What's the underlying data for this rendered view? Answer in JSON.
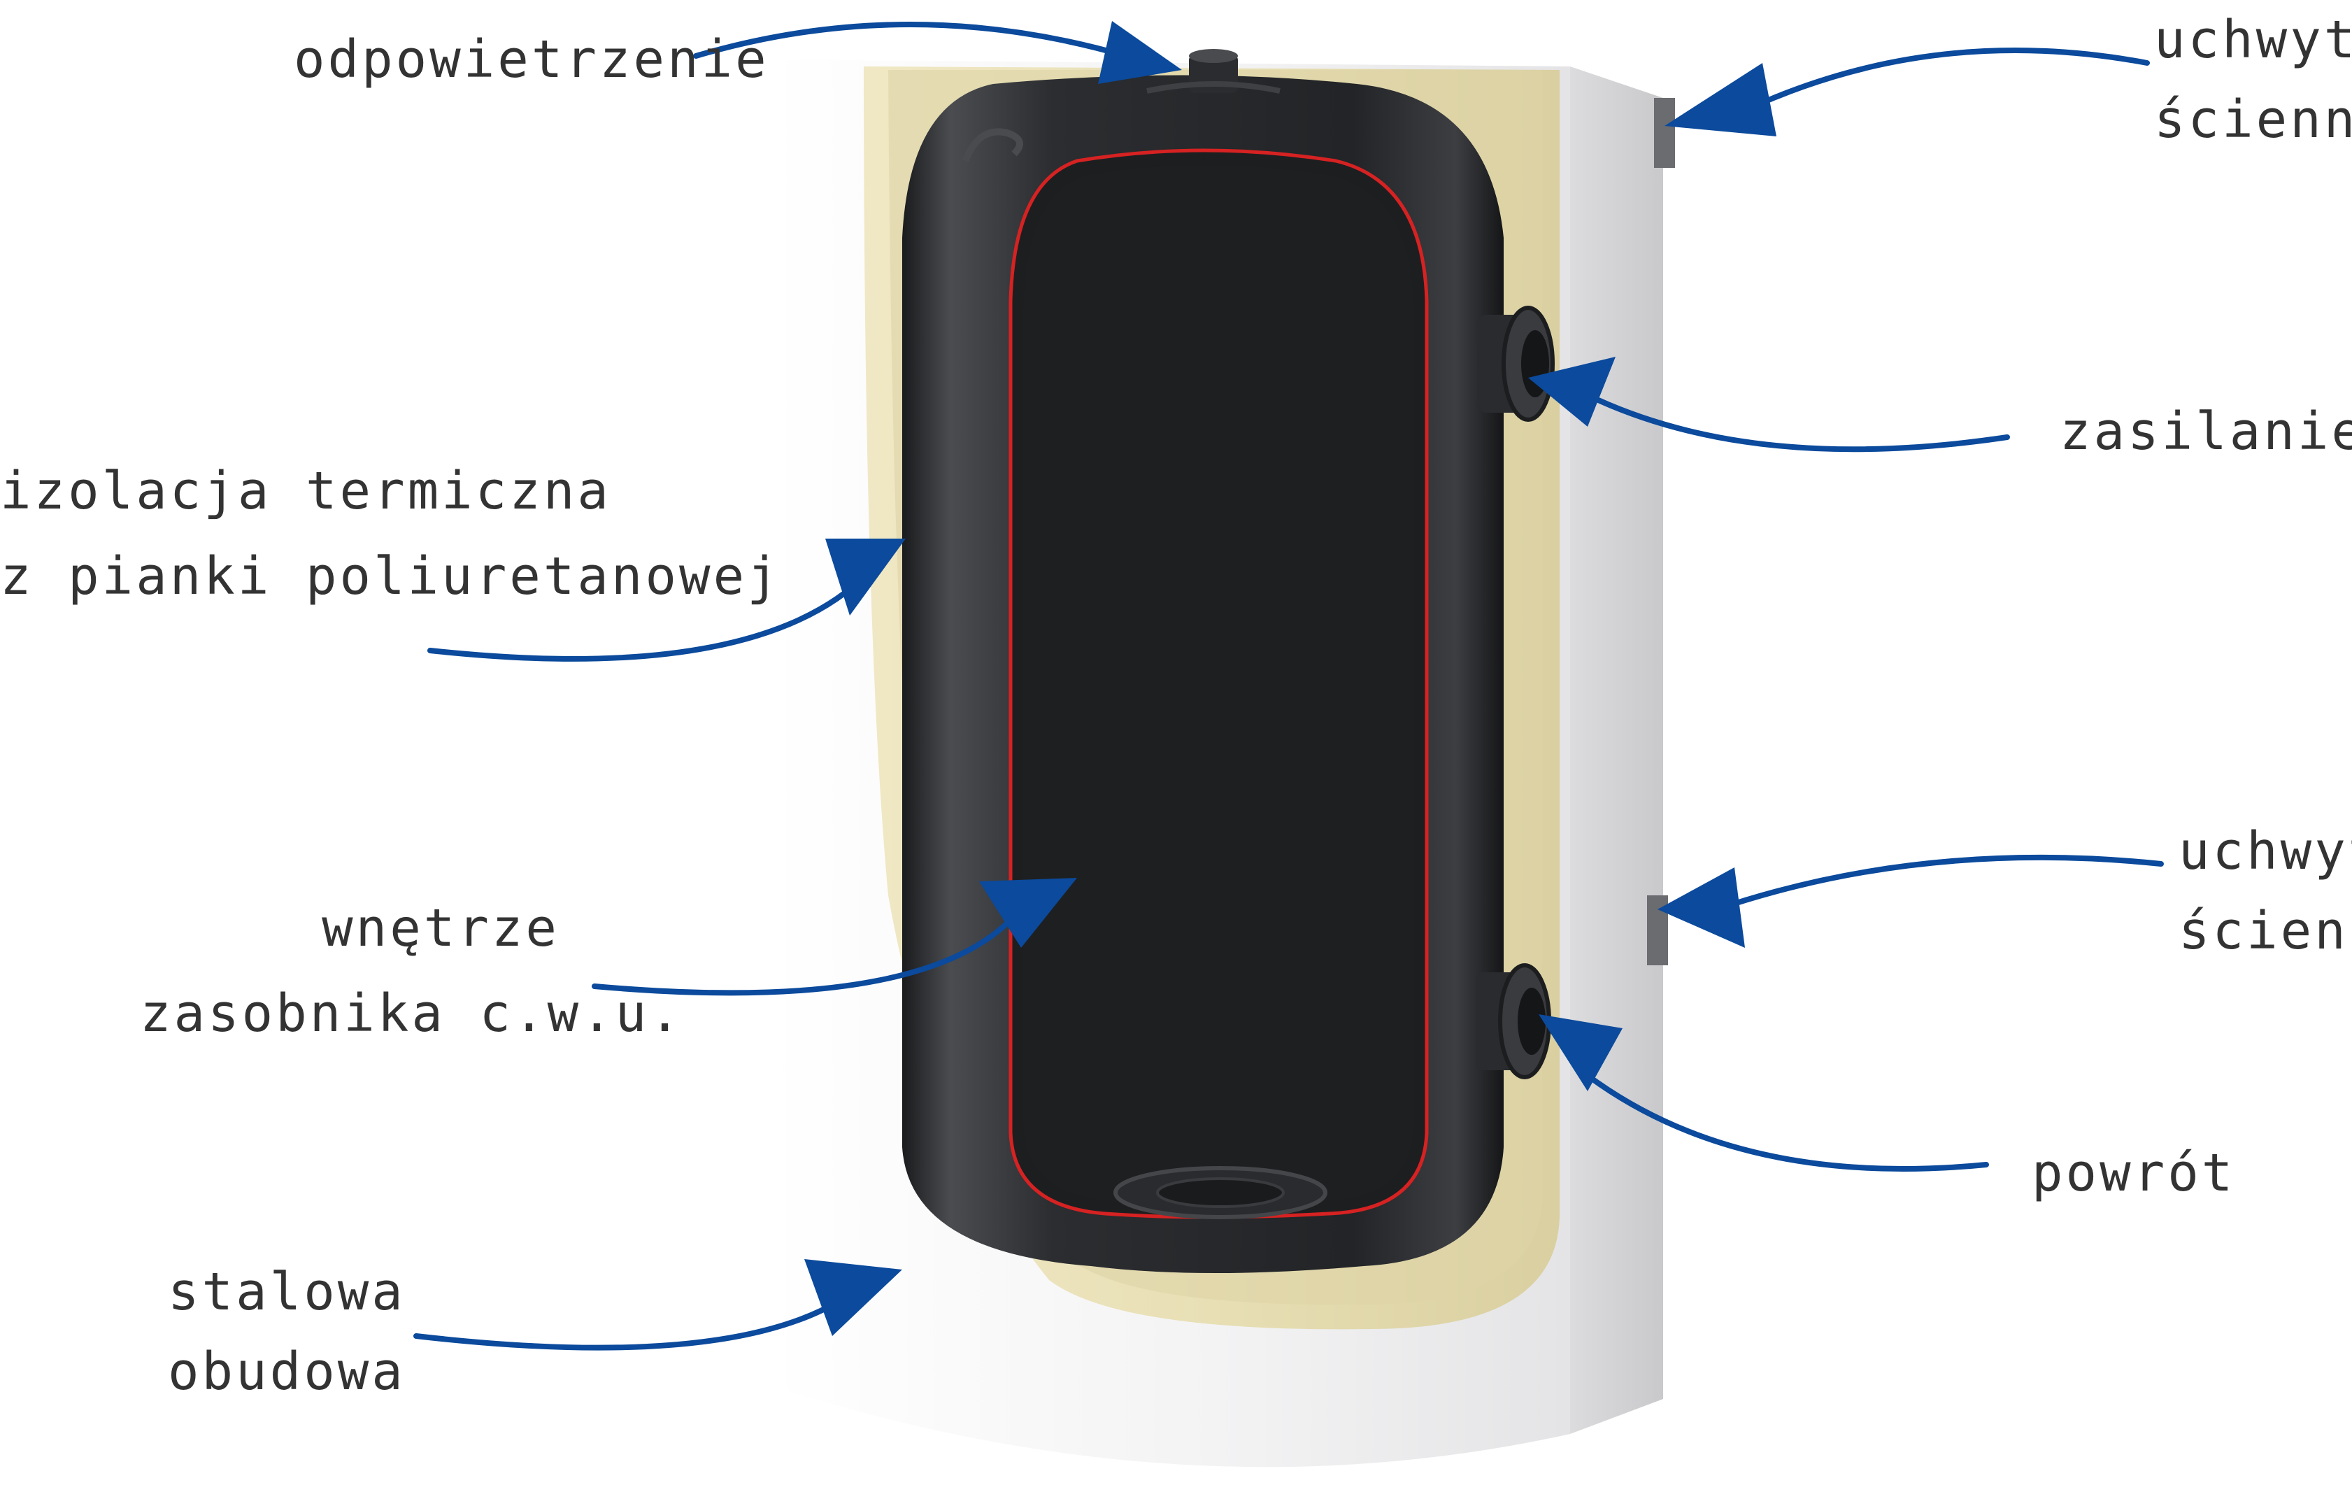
{
  "labels": {
    "vent": "odpowietrzenie",
    "wall_mount_top": [
      "uchwyt",
      "ścienny"
    ],
    "supply": "zasilanie",
    "insulation": [
      "izolacja termiczna",
      "z pianki poliuretanowej"
    ],
    "interior": [
      "wnętrze",
      "zasobnika c.w.u."
    ],
    "wall_mount_bottom": [
      "uchwyt",
      "ścienny"
    ],
    "return": "powrót",
    "casing": [
      "stalowa",
      "obudowa"
    ]
  },
  "colors": {
    "arrow": "#0b4a9c",
    "text": "#333333",
    "casing": "#f3f3f4",
    "foam": "#e8dfb5",
    "tank": "#232527",
    "enamel_line": "#d62222"
  }
}
